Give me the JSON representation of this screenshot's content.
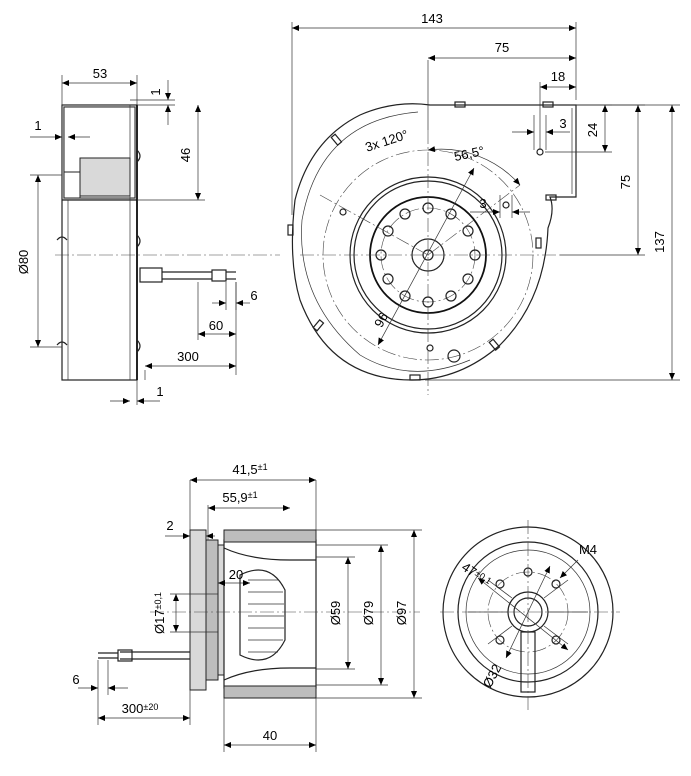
{
  "drawing": {
    "side_view": {
      "width": "53",
      "offset_top": "1",
      "flange": "1",
      "height_46": "46",
      "diameter": "Ø80",
      "wire_strip": "6",
      "wire_60": "60",
      "cable_length": "300",
      "base": "1"
    },
    "front_view": {
      "overall_width": "143",
      "center_offset": "75",
      "outlet_offset": "18",
      "hole_3a": "3",
      "height_24": "24",
      "height_75": "75",
      "overall_height": "137",
      "pattern": "3x 120°",
      "angle": "56,5°",
      "hole_3b": "3",
      "circle": "96"
    },
    "motor_side": {
      "length_main": "41,5",
      "length_main_tol": "±1",
      "length_sub": "55,9",
      "length_sub_tol": "±1",
      "step": "2",
      "depth_20": "20",
      "shaft": "Ø17",
      "shaft_tol": "±0,1",
      "d59": "Ø59",
      "d79": "Ø79",
      "d97": "Ø97",
      "strip": "6",
      "cable": "300",
      "cable_tol": "±20",
      "width_40": "40"
    },
    "motor_front": {
      "thread": "M4",
      "bolt_circle": "47",
      "bolt_circle_tol": "±0,1",
      "bore": "Ø32"
    }
  }
}
